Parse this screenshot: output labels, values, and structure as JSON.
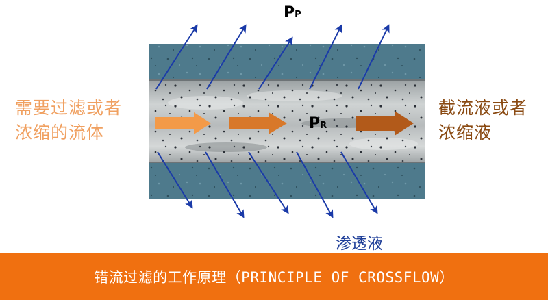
{
  "left_label": {
    "line1": "需要过滤或者",
    "line2": "浓缩的流体"
  },
  "right_label": {
    "line1": "截流液或者",
    "line2": "浓缩液"
  },
  "permeate_label": "渗透液",
  "p_top": {
    "main": "P",
    "sub": "P"
  },
  "p_mid": {
    "main": "P",
    "sub": "R"
  },
  "footer_title": "错流过滤的工作原理（PRINCIPLE OF CROSSFLOW）",
  "colors": {
    "membrane": "#4e7a8c",
    "channel": "#b8bcbc",
    "arrow_blue": "#1a3aa8",
    "flow_arrow_1": "#f39a48",
    "flow_arrow_2": "#d8782a",
    "flow_arrow_3": "#b25a1a",
    "footer_bg": "#f07010"
  }
}
